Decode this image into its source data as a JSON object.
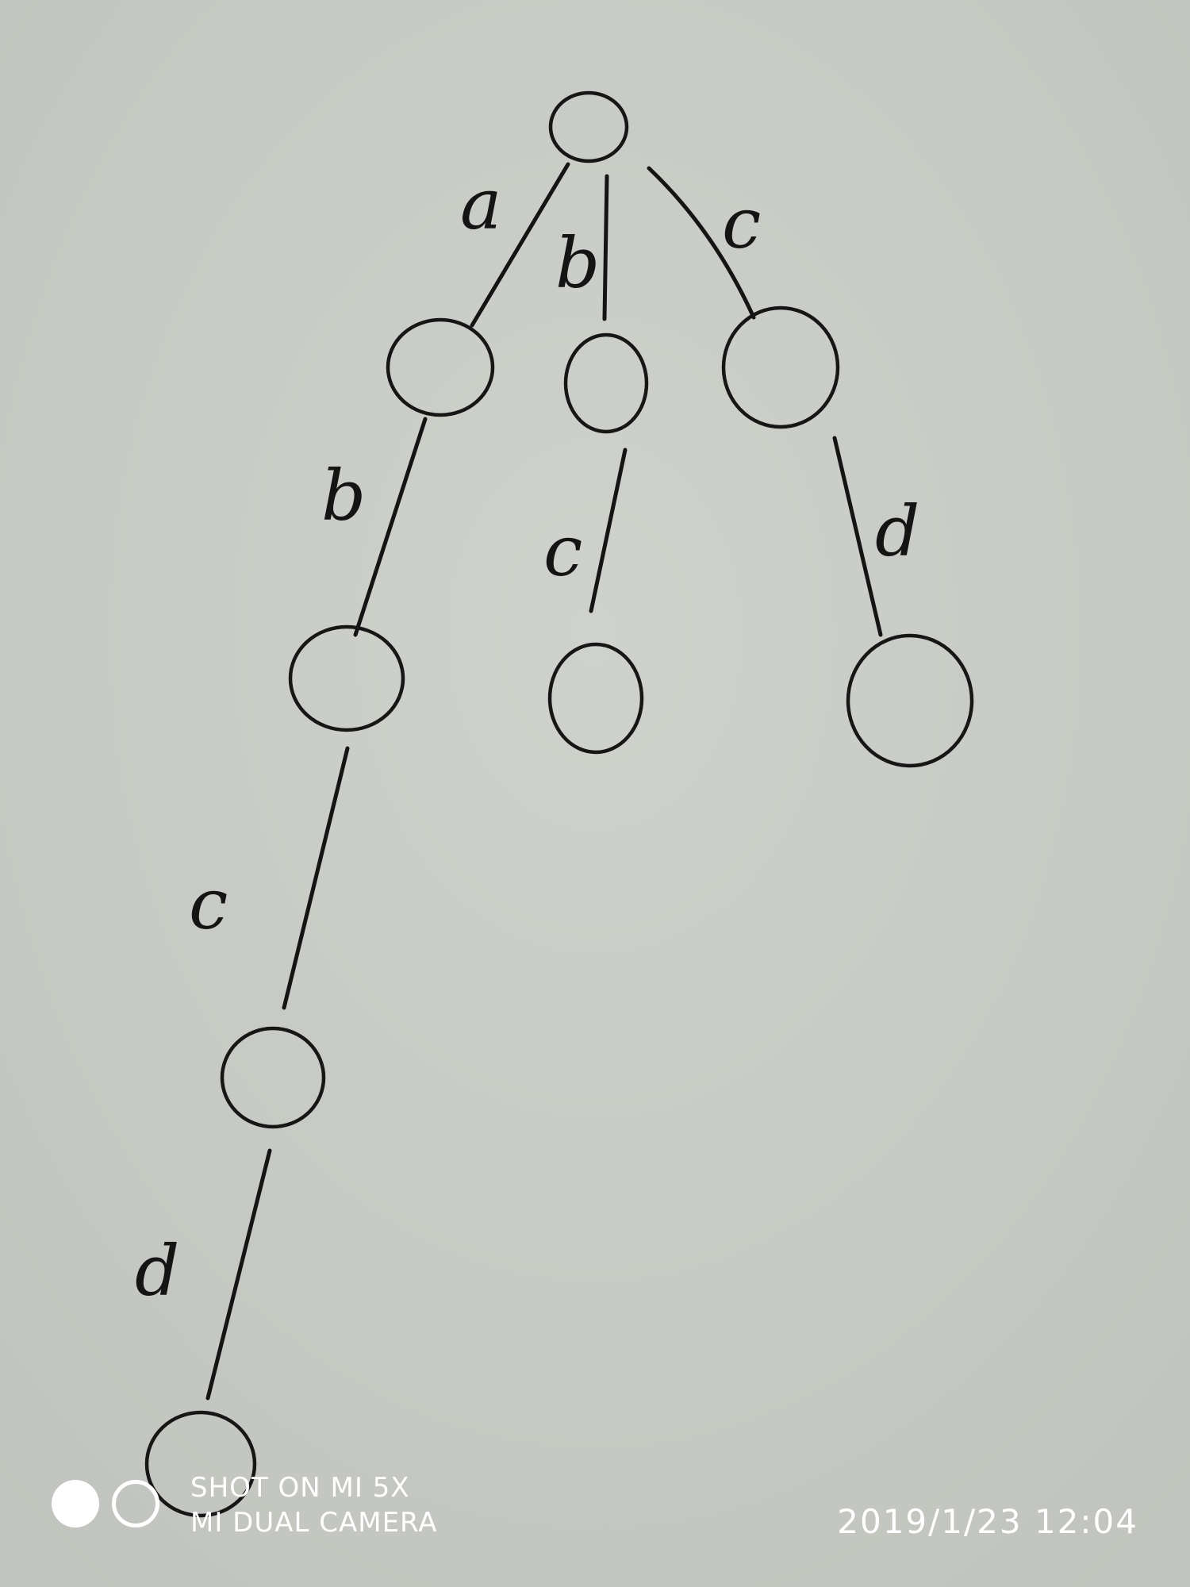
{
  "diagram": {
    "edge_labels": {
      "root_to_a": "a",
      "root_to_b": "b",
      "root_to_c": "c",
      "a_to_ab": "b",
      "b_to_bc": "c",
      "c_to_cd": "d",
      "ab_to_abc": "c",
      "abc_to_abcd": "d"
    }
  },
  "watermark": {
    "line1": "SHOT ON MI 5X",
    "line2": "MI DUAL CAMERA",
    "datetime": "2019/1/23  12:04"
  },
  "colors": {
    "paper": "#c9cbc6",
    "ink": "#141414",
    "watermark": "#ffffff"
  }
}
